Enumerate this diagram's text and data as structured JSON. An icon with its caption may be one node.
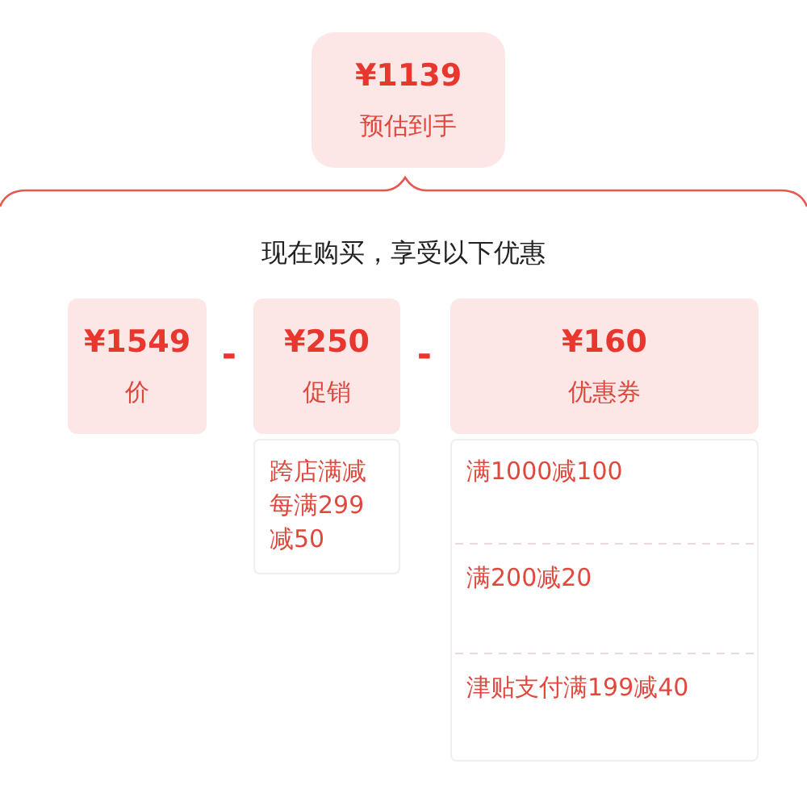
{
  "diagram": {
    "nodes": [
      {
        "text": [
          "¥1139",
          "预估到手"
        ]
      },
      {
        "text": [
          "¥1549",
          "价"
        ]
      },
      {
        "text": [
          "¥250",
          "促销"
        ]
      },
      {
        "text": [
          "¥160",
          "优惠券"
        ]
      },
      {
        "text": [
          "跨店满减每满299减50"
        ]
      },
      {
        "text": [
          "满1000减100"
        ]
      },
      {
        "text": [
          "满200减20"
        ]
      },
      {
        "text": [
          "津贴支付满199减40"
        ]
      }
    ],
    "edges": [],
    "labels": [
      "现在购买，享受以下优惠",
      "-",
      "-"
    ]
  }
}
